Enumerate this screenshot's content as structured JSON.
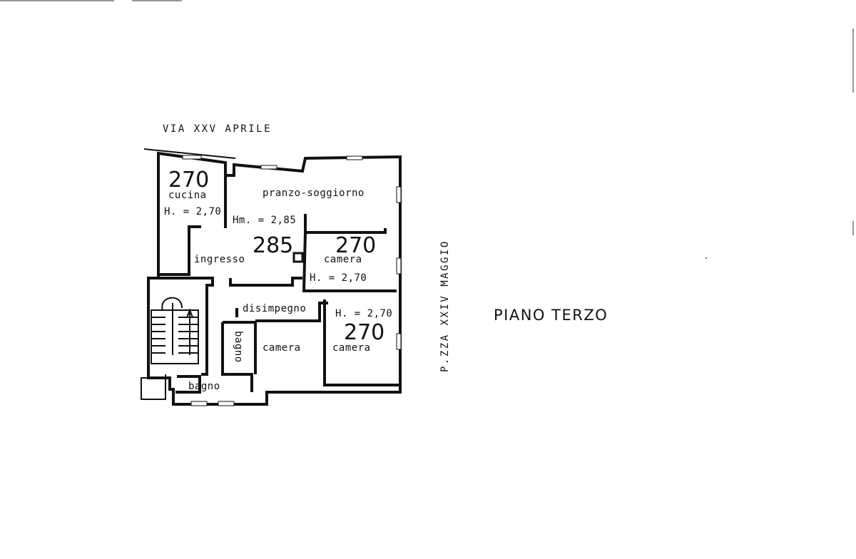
{
  "street_top": "VIA XXV APRILE",
  "street_side": "P.ZZA XXIV MAGGIO",
  "floor_title": "PIANO TERZO",
  "rooms": {
    "cucina": {
      "name": "cucina",
      "height": "H. = 2,70",
      "hand": "270"
    },
    "pranzo": {
      "name": "pranzo-soggiorno",
      "height": "Hm. = 2,85",
      "hand": "285"
    },
    "camera1": {
      "name": "camera",
      "height": "H. = 2,70",
      "hand": "270"
    },
    "ingresso": {
      "name": "ingresso"
    },
    "disimpegno": {
      "name": "disimpegno"
    },
    "camera2": {
      "name": "camera"
    },
    "camera3": {
      "name": "camera",
      "height": "H. = 2,70",
      "hand": "270"
    },
    "bagno1": {
      "name": "bagno"
    },
    "bagno2": {
      "name": "bagno"
    }
  }
}
